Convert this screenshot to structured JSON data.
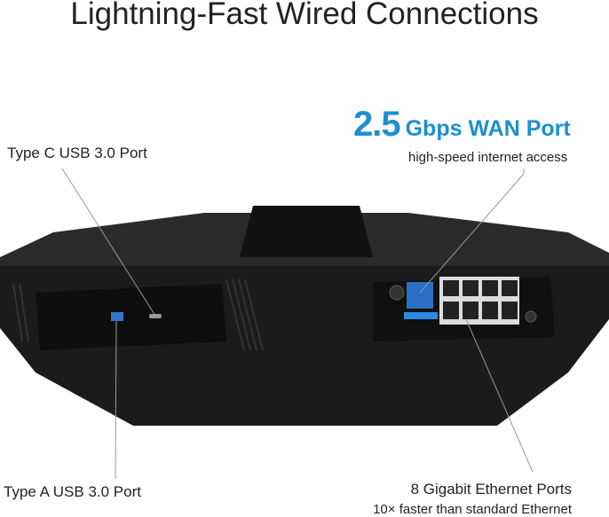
{
  "title": "Lightning-Fast Wired Connections",
  "callouts": {
    "type_c": "Type C USB 3.0 Port",
    "type_a": "Type A USB 3.0 Port",
    "wan_number": "2.5",
    "wan_label": "Gbps WAN Port",
    "wan_sub": "high-speed internet access",
    "ethernet": "8 Gigabit Ethernet Ports",
    "ethernet_sub": "10× faster than standard Ethernet"
  },
  "colors": {
    "accent": "#1d8fd0",
    "body": "#1b1b1d"
  }
}
